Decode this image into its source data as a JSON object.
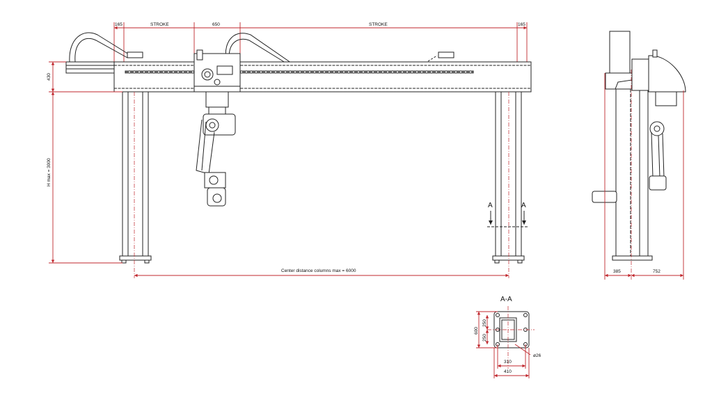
{
  "front_view": {
    "dim_left_165": "165",
    "dim_stroke_left": "STROKE",
    "dim_carriage": "650",
    "dim_stroke_right": "STROKE",
    "dim_right_165": "165",
    "dim_beam_height": "430",
    "dim_height": "H max = 3000",
    "dim_center_distance": "Center distance columns max = 6000",
    "section_mark_left": "A",
    "section_mark_right": "A"
  },
  "side_view": {
    "dim_left": "385",
    "dim_right": "752"
  },
  "section_view": {
    "title": "A-A",
    "dim_total_height": "600",
    "dim_upper": "250",
    "dim_lower": "250",
    "dim_inner_width": "310",
    "dim_outer_width": "410",
    "dim_hole": "ø26"
  },
  "colors": {
    "dimension": "#c0272d",
    "outline": "#222222"
  }
}
